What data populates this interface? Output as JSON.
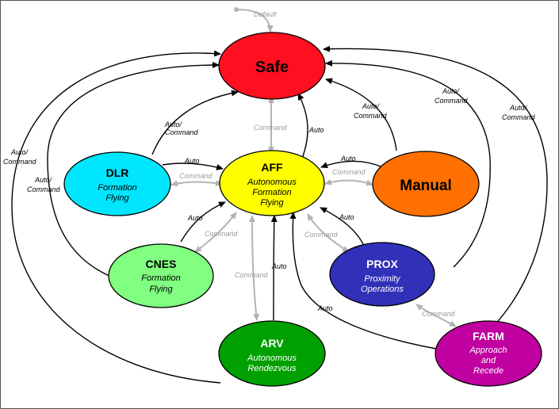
{
  "colors": {
    "safe": "#ff1020",
    "aff": "#ffff00",
    "dlr": "#00e6ff",
    "manual": "#ff7000",
    "cnes": "#80ff80",
    "prox": "#3030b8",
    "arv": "#00a000",
    "farm": "#c000a0"
  },
  "nodes": {
    "safe": {
      "title": "Safe"
    },
    "aff": {
      "title": "AFF",
      "l1": "Autonomous",
      "l2": "Formation",
      "l3": "Flying"
    },
    "dlr": {
      "title": "DLR",
      "l1": "Formation",
      "l2": "Flying"
    },
    "manual": {
      "title": "Manual"
    },
    "cnes": {
      "title": "CNES",
      "l1": "Formation",
      "l2": "Flying"
    },
    "prox": {
      "title": "PROX",
      "l1": "Proximity",
      "l2": "Operations"
    },
    "arv": {
      "title": "ARV",
      "l1": "Autonomous",
      "l2": "Rendezvous"
    },
    "farm": {
      "title": "FARM",
      "l1": "Approach",
      "l2": "and",
      "l3": "Recede"
    }
  },
  "labels": {
    "default": "Default",
    "auto": "Auto",
    "command": "Command",
    "auto_slash": "Auto/"
  }
}
